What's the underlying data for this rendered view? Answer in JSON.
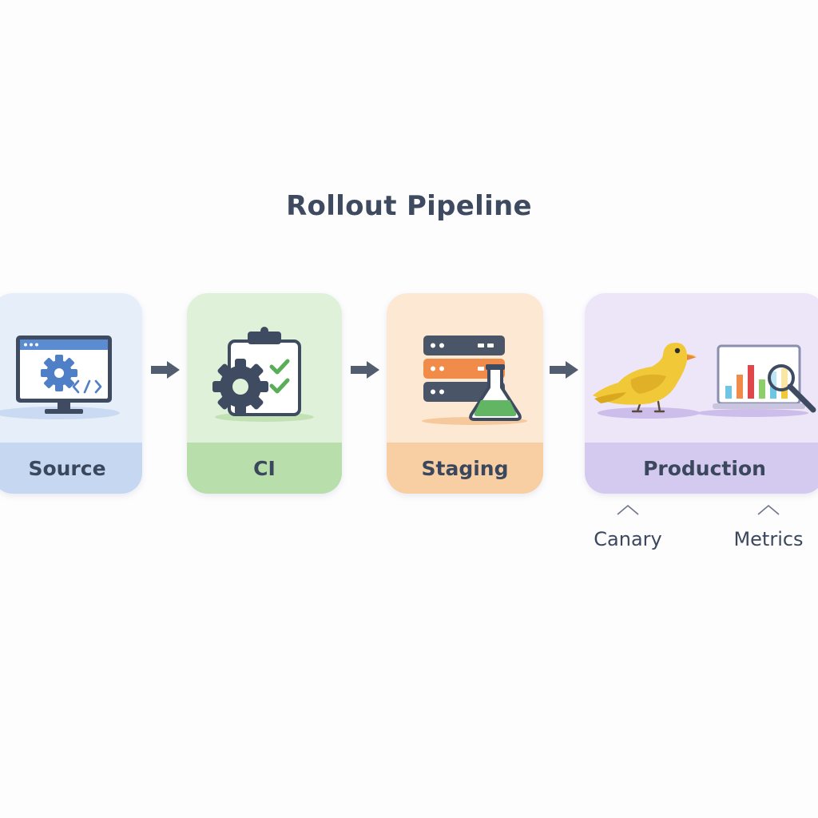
{
  "title": "Rollout Pipeline",
  "stages": [
    {
      "label": "Source",
      "icon": "code-monitor-icon"
    },
    {
      "label": "CI",
      "icon": "checklist-gear-icon"
    },
    {
      "label": "Staging",
      "icon": "server-flask-icon"
    },
    {
      "label": "Production",
      "icon": "canary-metrics-icon"
    }
  ],
  "production_details": [
    "Canary",
    "Metrics"
  ],
  "colors": {
    "source": "#c6d8f1",
    "ci": "#b7deab",
    "staging": "#f8cfa3",
    "production": "#d4c9ef",
    "text": "#3b475c"
  }
}
